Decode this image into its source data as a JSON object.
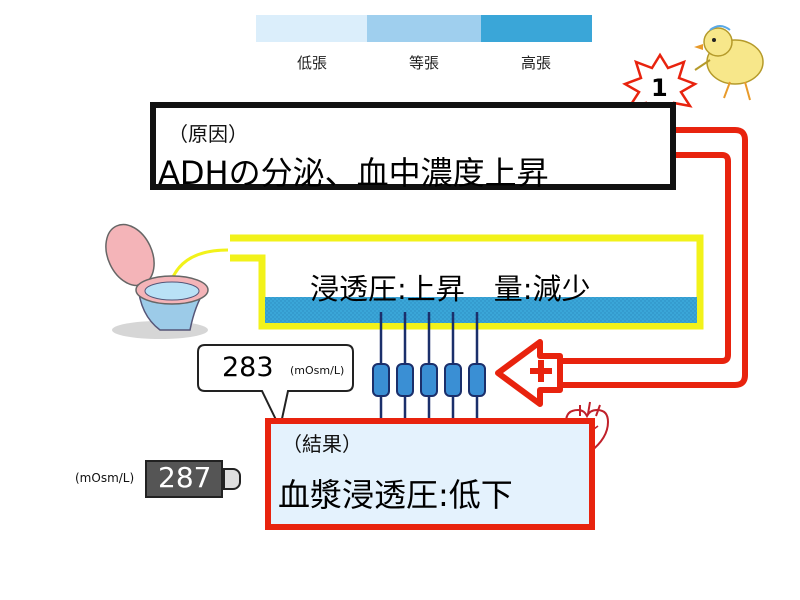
{
  "legend": {
    "items": [
      {
        "label": "低張",
        "color": "#dbeefb"
      },
      {
        "label": "等張",
        "color": "#9fcfee"
      },
      {
        "label": "高張",
        "color": "#3aa6d8"
      }
    ]
  },
  "cause": {
    "caption": "（原因）",
    "text": "ADHの分泌、血中濃度上昇"
  },
  "badge": {
    "number": "1"
  },
  "urine": {
    "text": "浸透圧:上昇　量:減少"
  },
  "bubble": {
    "value": "283",
    "unit": "(mOsm/L)"
  },
  "meter": {
    "value": "287",
    "unit": "(mOsm/L)"
  },
  "result": {
    "caption": "（結果）",
    "text": "血漿浸透圧:低下"
  },
  "channels": {
    "count": 5,
    "sign": "+"
  },
  "colors": {
    "cause_border": "#111111",
    "arrow_red": "#e8230e",
    "tube_yellow": "#f2f21a",
    "tube_blue": "#3aa6d8",
    "channel_navy": "#1b2f6b",
    "result_fill": "#e4f2fd"
  },
  "icons": [
    "toilet-icon",
    "chick-icon",
    "heart-icon",
    "starburst-icon",
    "up-arrow-icon",
    "plus-arrow-icon"
  ]
}
